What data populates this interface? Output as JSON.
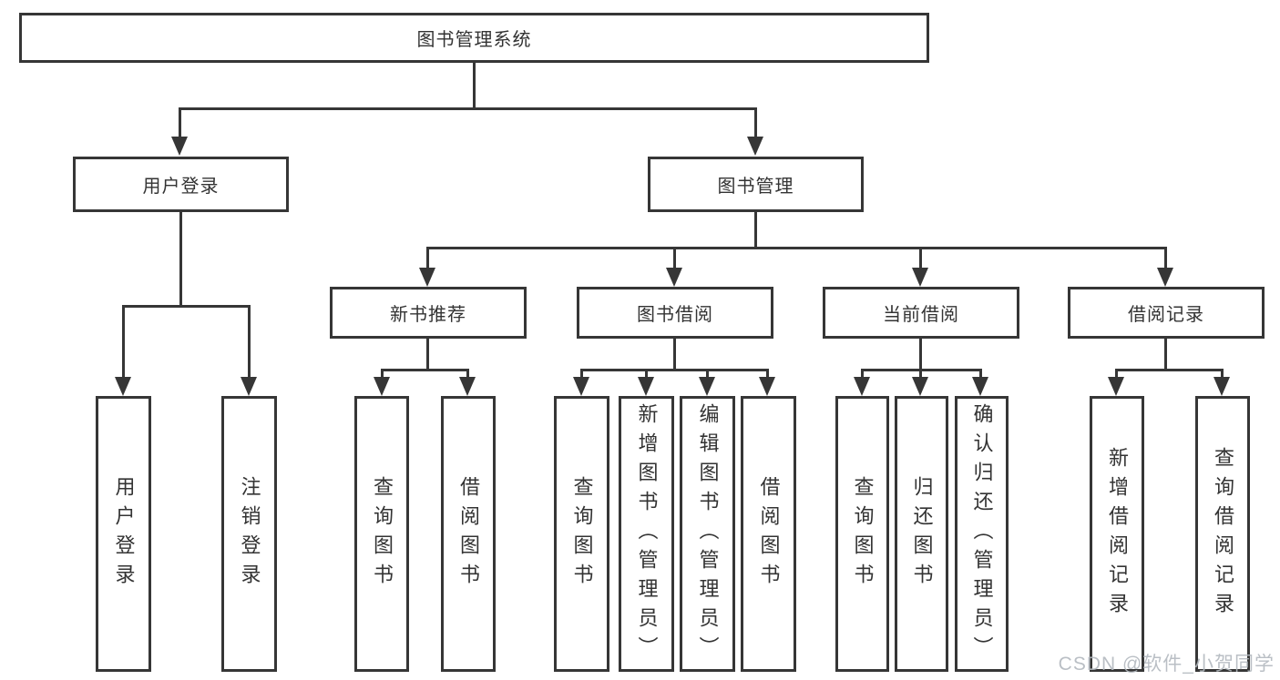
{
  "tree": {
    "root": "图书管理系统",
    "children": [
      {
        "label": "用户登录",
        "leaves": [
          "用户登录",
          "注销登录"
        ]
      },
      {
        "label": "图书管理",
        "children": [
          {
            "label": "新书推荐",
            "leaves": [
              "查询图书",
              "借阅图书"
            ]
          },
          {
            "label": "图书借阅",
            "leaves": [
              "查询图书",
              "新增图书（管理员）",
              "编辑图书（管理员）",
              "借阅图书"
            ]
          },
          {
            "label": "当前借阅",
            "leaves": [
              "查询图书",
              "归还图书",
              "确认归还（管理员）"
            ]
          },
          {
            "label": "借阅记录",
            "leaves": [
              "新增借阅记录",
              "查询借阅记录"
            ]
          }
        ]
      }
    ]
  },
  "watermark": {
    "text": "CSDN @软件_小贺同学"
  },
  "colors": {
    "line": "#363636",
    "text": "#333333",
    "watermark": "#b3b9bf",
    "background": "#ffffff"
  }
}
